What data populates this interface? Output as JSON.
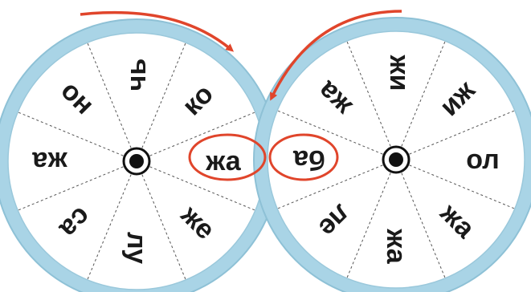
{
  "left_wheel": {
    "syllables": [
      "чь",
      "ко",
      "жа",
      "же",
      "лу",
      "са",
      "жа",
      "но"
    ],
    "highlighted_syllable": "жа"
  },
  "right_wheel": {
    "syllables": [
      "иж",
      "иж",
      "ол",
      "жа",
      "жа",
      "ле",
      "ба",
      "жа"
    ],
    "highlighted_syllable": "ба"
  },
  "colors": {
    "rim": "#a9d4e6",
    "rim_edge": "#8ec1d6",
    "highlight": "#e0452b",
    "text": "#1a1a1a",
    "divider": "#555555"
  },
  "icons": {
    "left_hub": "hub-dot-icon",
    "right_hub": "hub-dot-icon",
    "left_arrow": "curved-arrow-icon",
    "right_arrow": "curved-arrow-icon"
  }
}
